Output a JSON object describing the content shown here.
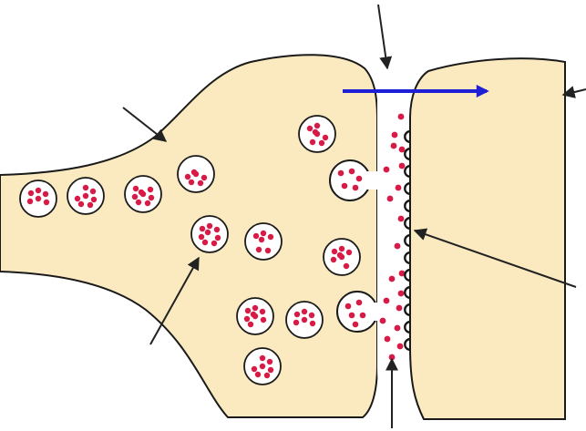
{
  "diagram": {
    "colors": {
      "cell_fill": "#fbeac0",
      "outline": "#1a1a1a",
      "cleft_fill": "#ffffff",
      "neurotransmitter": "#d81b46",
      "arrow_blue": "#1f1fd6",
      "pointer_arrow": "#222222"
    },
    "labels": [],
    "parts": {
      "presynaptic_terminal": "presynaptic-terminal",
      "postsynaptic_cell": "postsynaptic-cell",
      "synaptic_cleft": "synaptic-cleft",
      "vesicles": "synaptic-vesicle",
      "receptors": "receptor",
      "signal_arrow": "signal-direction-arrow"
    }
  }
}
